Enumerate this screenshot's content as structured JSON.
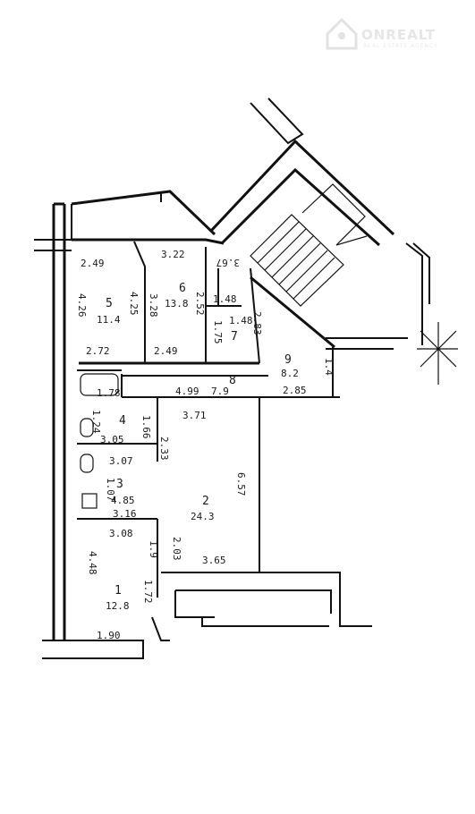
{
  "watermark": {
    "brand": "ONREALT",
    "tagline": "REAL ESTATE AGENCY"
  },
  "rooms": [
    {
      "id": "r1",
      "number": "1",
      "area": "12.8"
    },
    {
      "id": "r2",
      "number": "2",
      "area": "24.3"
    },
    {
      "id": "r3",
      "number": "3",
      "area": "4.85"
    },
    {
      "id": "r4",
      "number": "4",
      "area": ""
    },
    {
      "id": "r5",
      "number": "5",
      "area": "11.4"
    },
    {
      "id": "r6",
      "number": "6",
      "area": "13.8"
    },
    {
      "id": "r7",
      "number": "7",
      "area": ""
    },
    {
      "id": "r8",
      "number": "8",
      "area": "4.99"
    },
    {
      "id": "r9",
      "number": "9",
      "area": "8.2"
    }
  ],
  "dimensions": [
    "2.49",
    "3.22",
    "3.67",
    "4.26",
    "4.25",
    "3.28",
    "2.52",
    "1.48",
    "1.48",
    "1.75",
    "2.83",
    "2.72",
    "2.49",
    "1.4",
    "2.85",
    "1.78",
    "7.9",
    "3.71",
    "1.66",
    "2.33",
    "1.24",
    "3.05",
    "3.07",
    "6.57",
    "1.07",
    "3.16",
    "3.08",
    "4.48",
    "1.9",
    "2.03",
    "3.65",
    "1.72",
    "1.90"
  ]
}
